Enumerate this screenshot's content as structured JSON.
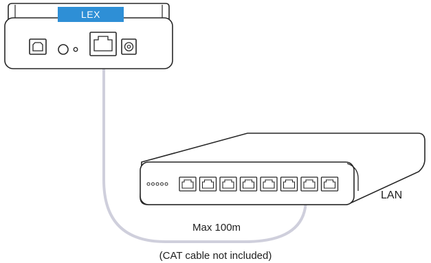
{
  "device": {
    "label": "LEX",
    "color": "#2e8fd6"
  },
  "network": {
    "label": "LAN",
    "port_count": 8,
    "led_count": 5
  },
  "cable": {
    "length_label": "Max 100m",
    "note": "(CAT cable not included)",
    "color": "#cfcfdc"
  },
  "colors": {
    "outline": "#262626",
    "background": "#ffffff"
  }
}
